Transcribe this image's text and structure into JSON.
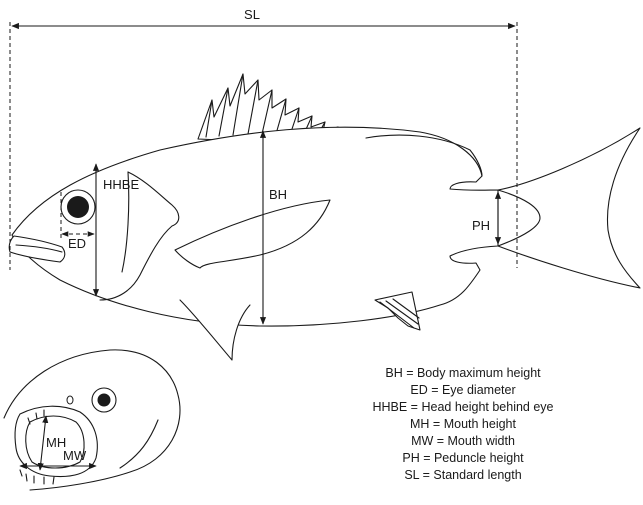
{
  "labels": {
    "sl": "SL",
    "hhbe": "HHBE",
    "bh": "BH",
    "ed": "ED",
    "ph": "PH",
    "mh": "MH",
    "mw": "MW"
  },
  "legend": [
    "BH = Body maximum height",
    "ED = Eye diameter",
    "HHBE = Head height behind eye",
    "MH = Mouth height",
    "MW = Mouth width",
    "PH = Peduncle height",
    "SL = Standard length"
  ],
  "colors": {
    "ink": "#1a1a1a",
    "background": "#ffffff"
  }
}
